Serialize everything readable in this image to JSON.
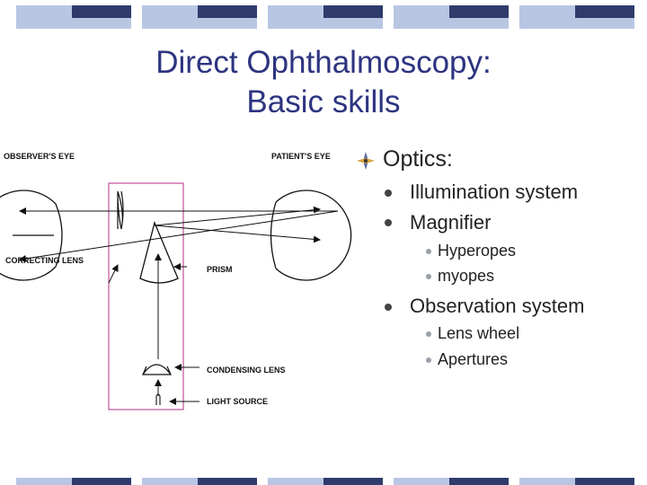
{
  "slide": {
    "title_line1": "Direct Ophthalmoscopy:",
    "title_line2": "Basic skills",
    "colors": {
      "title": "#2d3480",
      "band_light": "#b8c6e4",
      "band_dark": "#2f3b6c",
      "frame": "#c0509a"
    }
  },
  "diagram": {
    "labels": {
      "observer_eye": "OBSERVER'S EYE",
      "patient_eye": "PATIENT'S EYE",
      "correcting_lens": "CORRECTING LENS",
      "prism": "PRISM",
      "condensing_lens": "CONDENSING LENS",
      "light_source": "LIGHT SOURCE"
    }
  },
  "bullets": {
    "heading": "Optics:",
    "heading_icon": "compass-bullet-icon",
    "items": [
      {
        "text": "Illumination system"
      },
      {
        "text": "Magnifier",
        "subitems": [
          {
            "text": "Hyperopes"
          },
          {
            "text": "myopes"
          }
        ]
      },
      {
        "text": "Observation system",
        "subitems": [
          {
            "text": "Lens wheel"
          },
          {
            "text": "Apertures"
          }
        ]
      }
    ]
  }
}
